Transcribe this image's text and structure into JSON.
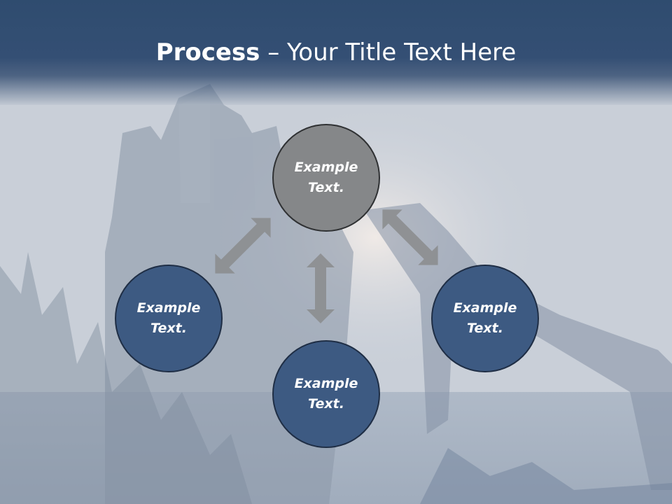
{
  "slide": {
    "title_bold": "Process",
    "title_rest": " – Your Title Text Here"
  },
  "nodes": {
    "top": "Example\nText.",
    "left": "Example\nText.",
    "right": "Example\nText.",
    "bottom": "Example\nText."
  },
  "colors": {
    "title_bar": "#344f74",
    "node_blue": "#3d5a82",
    "node_gray": "#858789",
    "arrow": "#8c8e90"
  }
}
